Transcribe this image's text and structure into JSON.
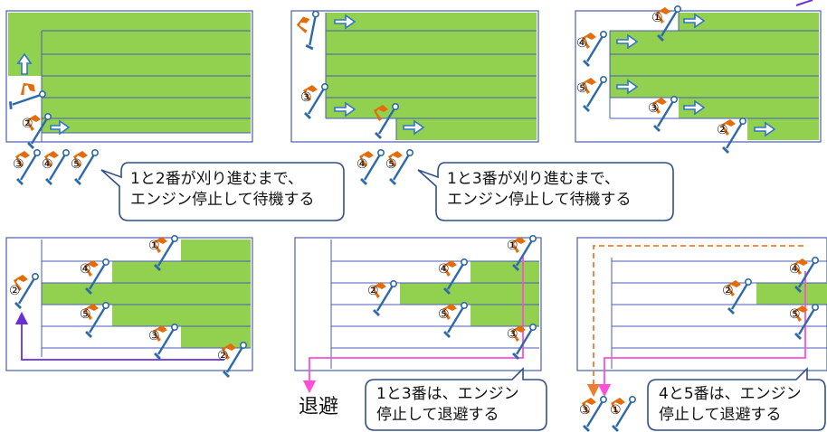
{
  "colors": {
    "field_green": "#92d050",
    "grid_blue": "#4a5eb0",
    "arrow_blue": "#2e75c8",
    "mower_orange": "#e46c0a",
    "mower_blue": "#2f6aa8",
    "route_purple": "#6b2fd8",
    "route_pink": "#ff4ed8",
    "route_orange": "#ed7d31",
    "callout_border": "#2f4f8a"
  },
  "icons": [
    "mower-icon",
    "right-arrow-icon",
    "up-arrow-icon"
  ],
  "callouts": {
    "c1_line1": "1と2番が刈り進むまで、",
    "c1_line2": "エンジン停止して待機する",
    "c2_line1": "1と3番が刈り進むまで、",
    "c2_line2": "エンジン停止して待機する",
    "c3_line1": "1と3番は、エンジン",
    "c3_line2": "停止して退避する",
    "c4_line1": "4と5番は、エンジン",
    "c4_line2": "停止して退避する"
  },
  "labels": {
    "evacuate": "退避"
  },
  "mower_numbers": [
    "①",
    "②",
    "③",
    "④",
    "⑤"
  ]
}
